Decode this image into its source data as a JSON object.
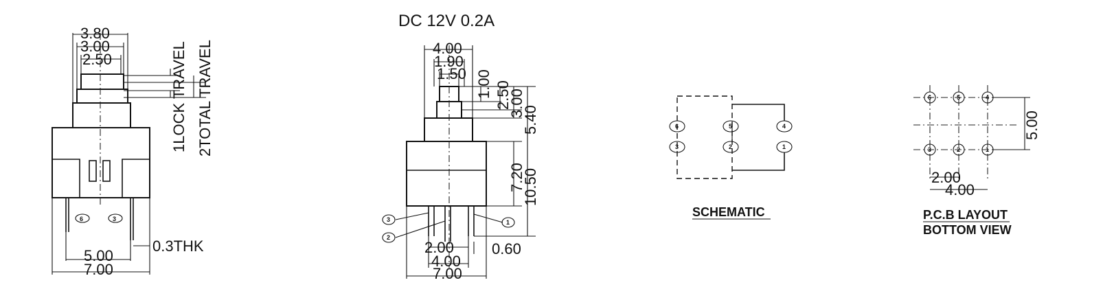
{
  "header": {
    "rating": "DC  12V  0.2A"
  },
  "side_view": {
    "dims": [
      "3.80",
      "3.00",
      "2.50",
      "5.00",
      "7.00",
      "0.3THK"
    ],
    "travel_notes": [
      "1LOCK TRAVEL",
      "2TOTAL TRAVEL"
    ],
    "pins": [
      "6",
      "3"
    ]
  },
  "front_view": {
    "dims_top": [
      "4.00",
      "1.90",
      "1.50"
    ],
    "dims_right": [
      "1.00",
      "2.50",
      "3.00",
      "5.40",
      "7.20",
      "10.50"
    ],
    "dims_bottom": [
      "2.00",
      "4.00",
      "7.00",
      "0.60"
    ],
    "pins": [
      "3",
      "2",
      "1"
    ]
  },
  "schematic": {
    "caption": "SCHEMATIC",
    "pins_top": [
      "6",
      "5",
      "4"
    ],
    "pins_bottom": [
      "3",
      "2",
      "1"
    ]
  },
  "pcb_layout": {
    "caption_line1": "P.C.B LAYOUT",
    "caption_line2": "BOTTOM VIEW",
    "dims": [
      "2.00",
      "4.00",
      "5.00"
    ],
    "pins_top": [
      "6",
      "5",
      "4"
    ],
    "pins_bottom": [
      "3",
      "2",
      "1"
    ]
  }
}
